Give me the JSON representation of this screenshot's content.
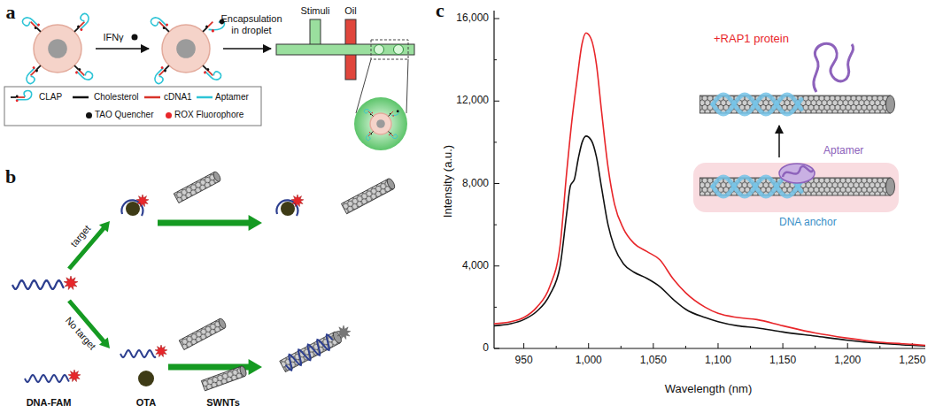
{
  "diagram": {
    "labels": [
      "a",
      "IFNγ",
      "Encapsulation in droplet",
      "Stimuli",
      "Oil",
      "b",
      "target",
      "No target",
      "DNA-FAM",
      "OTA",
      "SWNTs",
      "c",
      "16,000",
      "12,000",
      "8,000",
      "4,000",
      "0",
      "Intensity (a.u.)",
      "950",
      "1,000",
      "1,050",
      "1,100",
      "1,150",
      "1,200",
      "1,250",
      "Wavelength (nm)",
      "+RAP1 protein",
      "Aptamer",
      "DNA anchor"
    ],
    "legend": [
      {
        "text": "CLAP"
      },
      {
        "text": "Cholesterol"
      },
      {
        "text": "cDNA1"
      },
      {
        "text": "Aptamer"
      },
      {
        "text": "TAO Quencher",
        "color": "#111111"
      },
      {
        "text": "ROX Fluorophore",
        "color": "#e8262a"
      }
    ]
  }
}
